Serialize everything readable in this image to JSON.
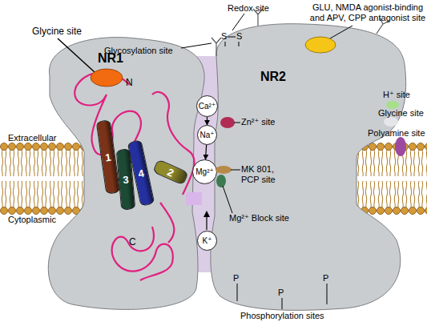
{
  "diagram": {
    "nodes": [
      {
        "text": [
          "NR1"
        ]
      },
      {
        "text": [
          "1"
        ],
        "in": 0
      },
      {
        "text": [
          "2"
        ],
        "in": 0
      },
      {
        "text": [
          "3"
        ],
        "in": 0
      },
      {
        "text": [
          "4"
        ],
        "in": 0
      },
      {
        "text": [
          "NR2"
        ]
      },
      {
        "text": [
          "Ca²⁺"
        ]
      },
      {
        "text": [
          "Na⁺"
        ]
      },
      {
        "text": [
          "Mg²⁺"
        ]
      },
      {
        "text": [
          "K⁺"
        ]
      }
    ],
    "edges": [
      {
        "from": 6,
        "to": 7,
        "arrow": "to"
      },
      {
        "from": 7,
        "to": 8,
        "arrow": "to"
      }
    ],
    "labels": [
      "Glycine site",
      "Redox site",
      "GLU, NMDA agonist-binding and APV, CPP antagonist site",
      "Glycosylation site",
      "S",
      "S",
      "N",
      "C",
      "H⁺ site",
      "Glycine site",
      "Polyamine site",
      "Zn²⁺ site",
      "MK 801, PCP site",
      "Mg²⁺ Block site",
      "Extracellular",
      "Cytoplasmic",
      "P",
      "P",
      "P",
      "Phosphorylation sites"
    ]
  }
}
